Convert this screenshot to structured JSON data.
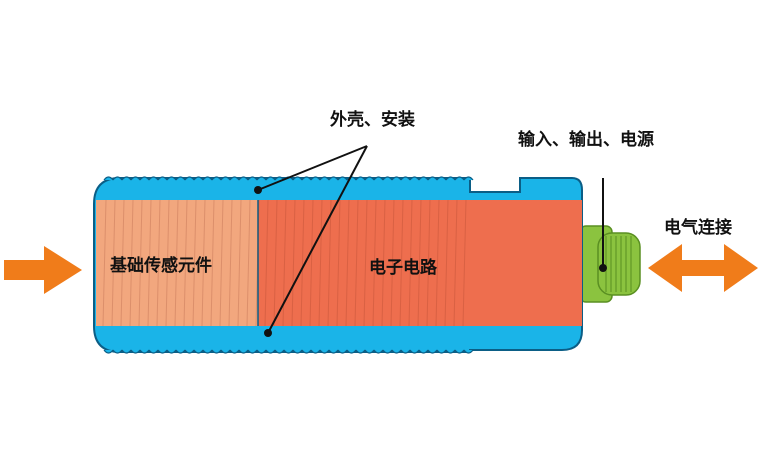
{
  "labels": {
    "housing": "外壳、安装",
    "io_power": "输入、输出、电源",
    "electrical": "电气连接",
    "sensing": "基础传感元件",
    "electronics": "电子电路"
  },
  "colors": {
    "shell": "#1ab4e8",
    "shell_stroke": "#0b5e86",
    "sensing_fill": "#f2a77e",
    "electronics_fill": "#ee6e4e",
    "connector": "#8bc33f",
    "arrow": "#f07c1a",
    "text": "#111111"
  },
  "icons": {
    "input_arrow": "arrow-right-icon",
    "bidirectional_arrow": "double-arrow-icon"
  }
}
